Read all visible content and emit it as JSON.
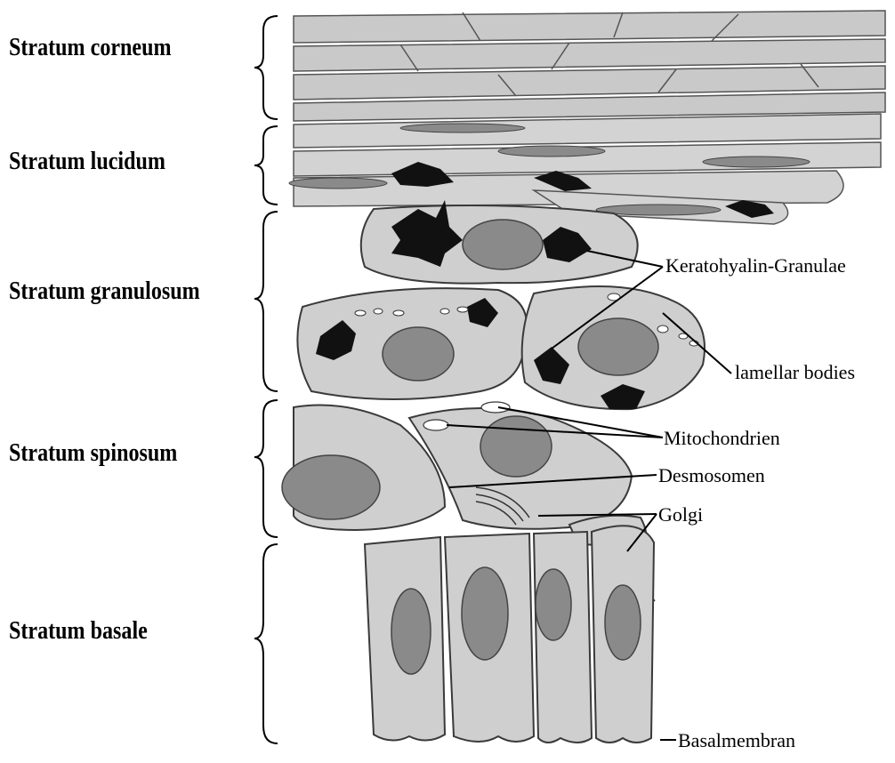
{
  "layers": [
    {
      "id": "corneum",
      "label": "Stratum corneum"
    },
    {
      "id": "lucidum",
      "label": "Stratum lucidum"
    },
    {
      "id": "granulosum",
      "label": "Stratum granulosum"
    },
    {
      "id": "spinosum",
      "label": "Stratum spinosum"
    },
    {
      "id": "basale",
      "label": "Stratum basale"
    }
  ],
  "callouts": {
    "keratohyalin": "Keratohyalin-Granulae",
    "lamellar": "lamellar bodies",
    "mitochondria": "Mitochondrien",
    "desmosomes": "Desmosomen",
    "golgi": "Golgi",
    "basement_membrane": "Basalmembran"
  },
  "colors": {
    "cytoplasm": "#cfcfcf",
    "nucleus": "#8a8a8a",
    "granule": "#111111",
    "outline": "#2a2a2a",
    "line": "#000000"
  }
}
